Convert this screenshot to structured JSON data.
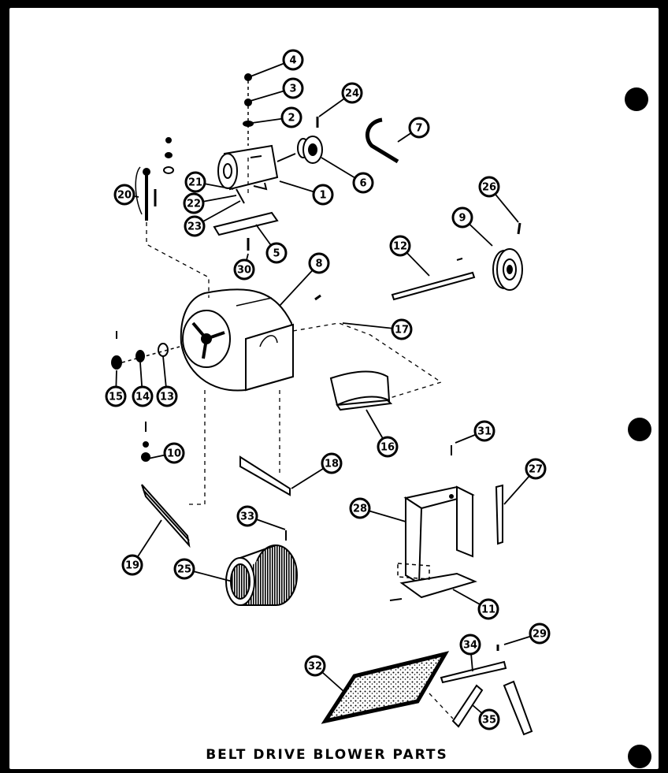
{
  "title": "BELT DRIVE BLOWER PARTS",
  "callouts": [
    "4",
    "3",
    "2",
    "24",
    "7",
    "1",
    "6",
    "21",
    "22",
    "23",
    "20",
    "5",
    "30",
    "26",
    "8",
    "12",
    "9",
    "17",
    "15",
    "14",
    "13",
    "16",
    "31",
    "10",
    "18",
    "19",
    "27",
    "28",
    "11",
    "25",
    "33",
    "32",
    "29",
    "34",
    "35"
  ]
}
